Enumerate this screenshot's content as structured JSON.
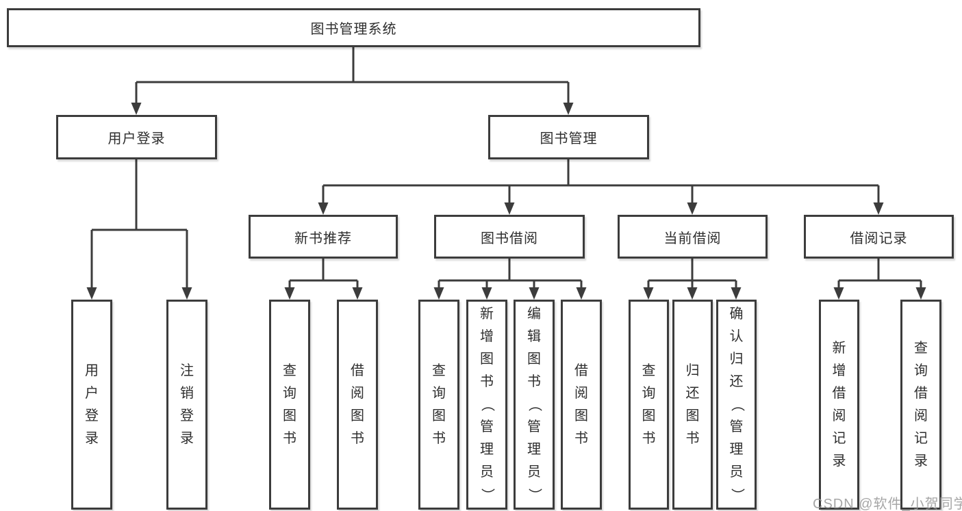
{
  "diagram_title": "图书管理系统",
  "watermark": "CSDN @软件_小贺同学",
  "colors": {
    "line": "#3c3c3c",
    "text": "#2e2e2e",
    "background": "#ffffff",
    "watermark": "#969696"
  },
  "tree": {
    "root": {
      "label": "图书管理系统",
      "children": [
        {
          "label": "用户登录",
          "children": [
            {
              "label": "用户登录"
            },
            {
              "label": "注销登录"
            }
          ]
        },
        {
          "label": "图书管理",
          "children": [
            {
              "label": "新书推荐",
              "children": [
                {
                  "label": "查询图书"
                },
                {
                  "label": "借阅图书"
                }
              ]
            },
            {
              "label": "图书借阅",
              "children": [
                {
                  "label": "查询图书"
                },
                {
                  "label": "新增图书（管理员）"
                },
                {
                  "label": "编辑图书（管理员）"
                },
                {
                  "label": "借阅图书"
                }
              ]
            },
            {
              "label": "当前借阅",
              "children": [
                {
                  "label": "查询图书"
                },
                {
                  "label": "归还图书"
                },
                {
                  "label": "确认归还（管理员）"
                }
              ]
            },
            {
              "label": "借阅记录",
              "children": [
                {
                  "label": "新增借阅记录"
                },
                {
                  "label": "查询借阅记录"
                }
              ]
            }
          ]
        }
      ]
    }
  }
}
